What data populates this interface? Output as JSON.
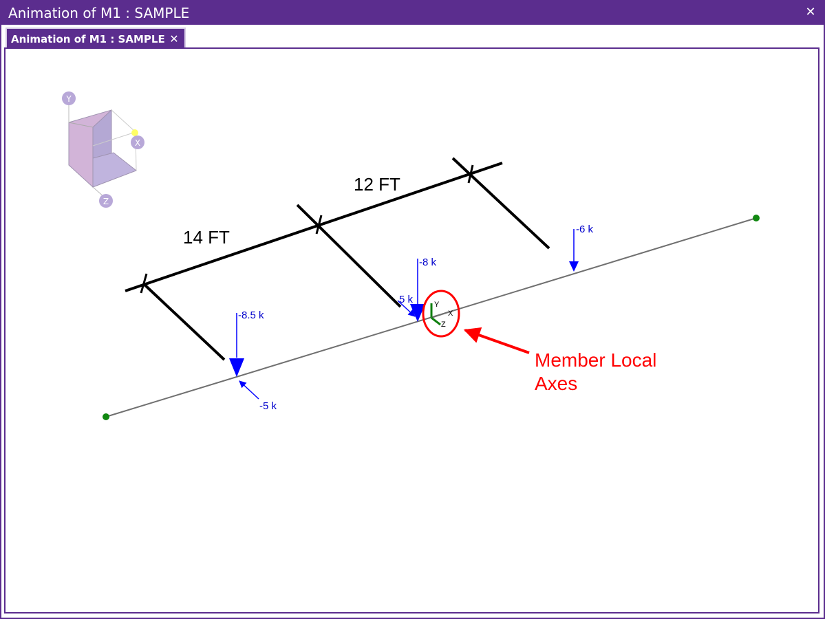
{
  "window": {
    "title": "Animation of M1 : SAMPLE",
    "close_icon": "close-icon"
  },
  "tab": {
    "label": "Animation of M1 : SAMPLE",
    "close_icon": "close-icon"
  },
  "view_cube": {
    "axis_y": "Y",
    "axis_x": "X",
    "axis_z": "Z"
  },
  "dimensions": {
    "span_left": "14 FT",
    "span_right": "12 FT"
  },
  "loads": {
    "l1": "-8.5 k",
    "l2": "-5 k",
    "l3": "-8 k",
    "l4": "5 k",
    "l5": "-6 k"
  },
  "local_axes": {
    "y": "Y",
    "x": "X",
    "z": "Z"
  },
  "annotation": {
    "line1": "Member Local",
    "line2": "Axes"
  },
  "colors": {
    "accent": "#5b2d8e",
    "load": "#0000ff",
    "annotation": "#ff0000",
    "member": "#707070",
    "node": "#118811",
    "axis_green": "#108010"
  }
}
